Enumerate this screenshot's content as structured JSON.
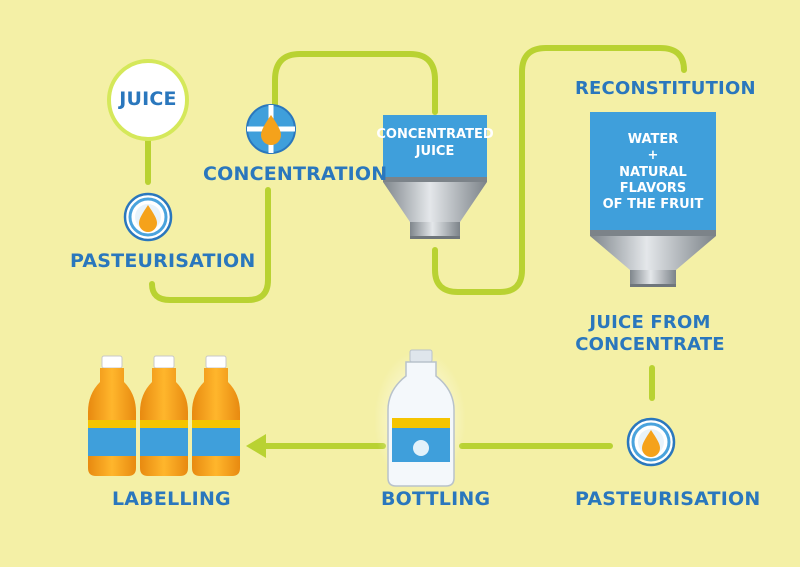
{
  "colors": {
    "background": "#f4f0a6",
    "pipe": "#b9d232",
    "label": "#2a77bd",
    "panel": "#3f9fdb",
    "steel": "#a9aeb3",
    "juice": "#f5a21b"
  },
  "nodes": {
    "juice": "JUICE",
    "pasteurisation_1": "PASTEURISATION",
    "concentration": "CONCENTRATION",
    "concentrated_juice": "CONCENTRATED\nJUICE",
    "reconstitution": "RECONSTITUTION",
    "additives": "WATER\n+\nNATURAL\nFLAVORS\nOF THE FRUIT",
    "juice_from_concentrate": "JUICE FROM\nCONCENTRATE",
    "pasteurisation_2": "PASTEURISATION",
    "bottling": "BOTTLING",
    "labelling": "LABELLING"
  },
  "icons": [
    "drop-target-icon",
    "drop-split-icon",
    "hopper-icon",
    "bottle-icon"
  ]
}
